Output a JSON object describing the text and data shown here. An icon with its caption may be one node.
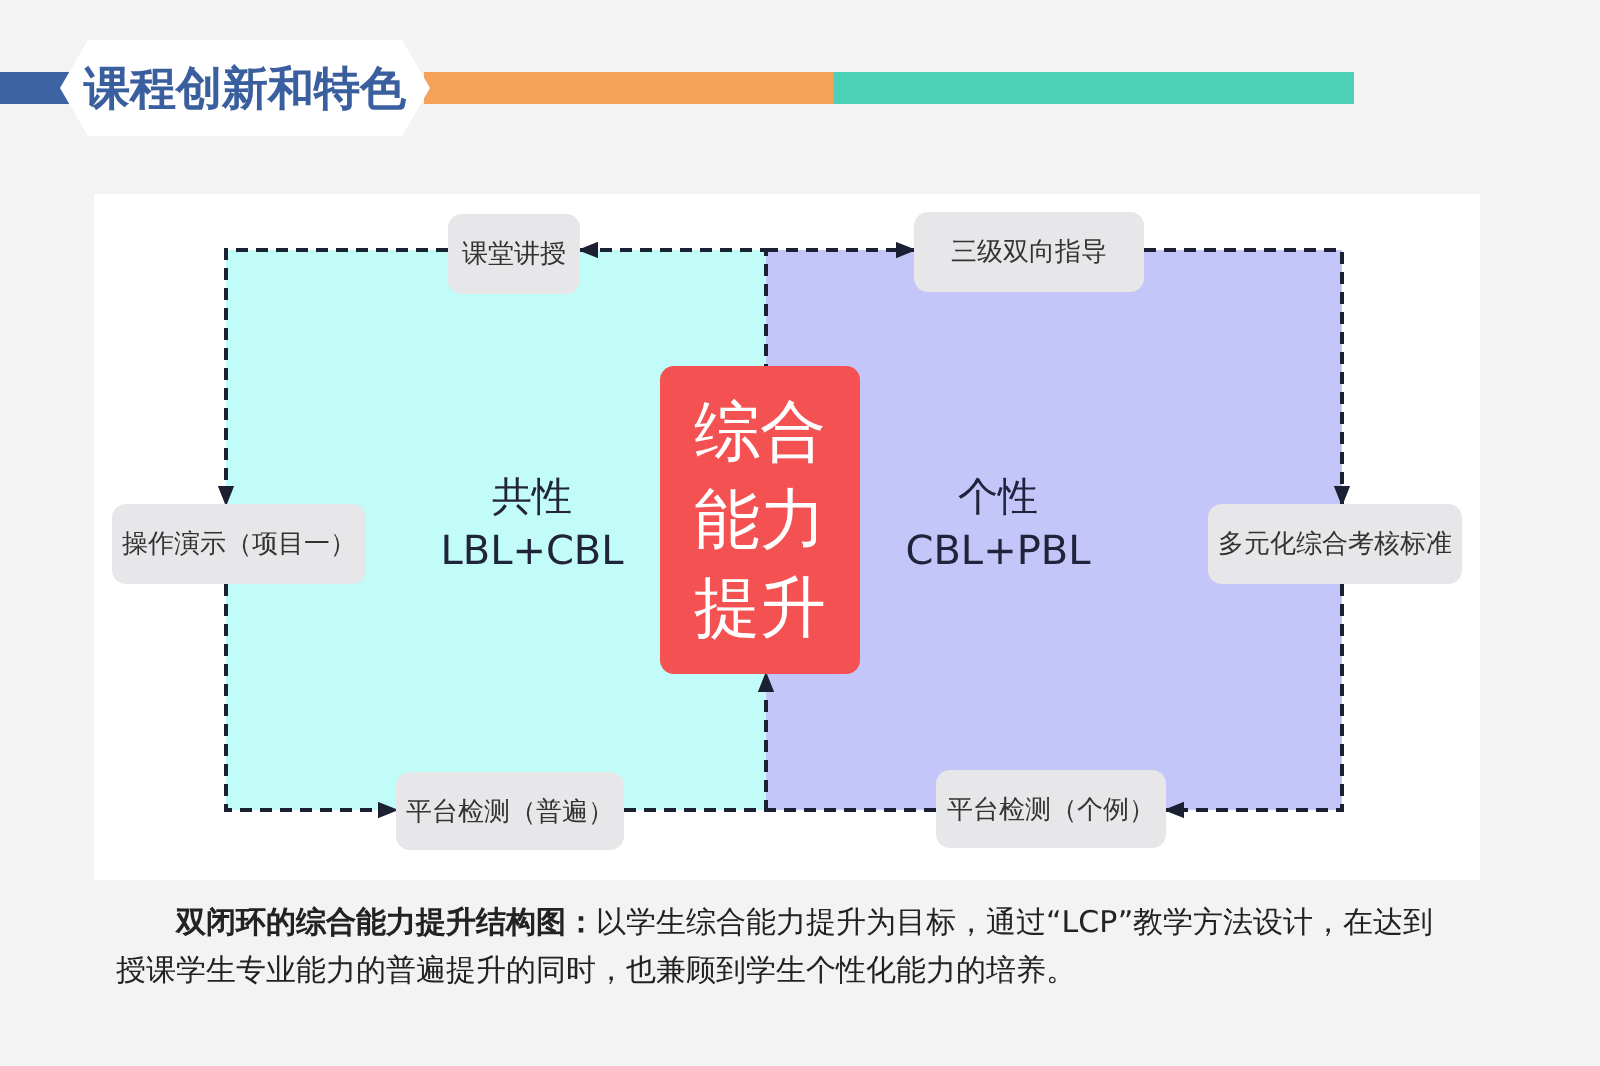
{
  "diagram": {
    "title": "课程创新和特色",
    "caption": "**双闭环的综合能力提升结构图：**以学生综合能力提升为目标，通过“LCP”教学方法设计，在达到授课学生专业能力的普遍提升的同时，也兼顾到学生个性化能力的培养。",
    "nodes": [
      {
        "text": [
          "共性",
          "LBL+CBL"
        ]
      },
      {
        "text": [
          "个性",
          "CBL+PBL"
        ]
      },
      {
        "text": [
          "综合能力提升"
        ]
      },
      {
        "text": [
          "课堂讲授"
        ]
      },
      {
        "text": [
          "三级双向指导"
        ]
      },
      {
        "text": [
          "操作演示（项目一）"
        ]
      },
      {
        "text": [
          "多元化综合考核标准"
        ]
      },
      {
        "text": [
          "平台检测（普遍）"
        ]
      },
      {
        "text": [
          "平台检测（个例）"
        ]
      }
    ],
    "edges": [
      {
        "from": 2,
        "to": 3,
        "arrow": "to",
        "style": "dashed"
      },
      {
        "from": 2,
        "to": 4,
        "arrow": "to",
        "style": "dashed"
      },
      {
        "from": 3,
        "to": 5,
        "arrow": "to",
        "style": "dashed"
      },
      {
        "from": 4,
        "to": 6,
        "arrow": "to",
        "style": "dashed"
      },
      {
        "from": 5,
        "to": 7,
        "arrow": "to",
        "style": "dashed"
      },
      {
        "from": 6,
        "to": 8,
        "arrow": "to",
        "style": "dashed"
      },
      {
        "from": 7,
        "to": 2,
        "arrow": "to",
        "style": "dashed"
      },
      {
        "from": 8,
        "to": 2,
        "arrow": "to",
        "style": "dashed"
      }
    ]
  }
}
